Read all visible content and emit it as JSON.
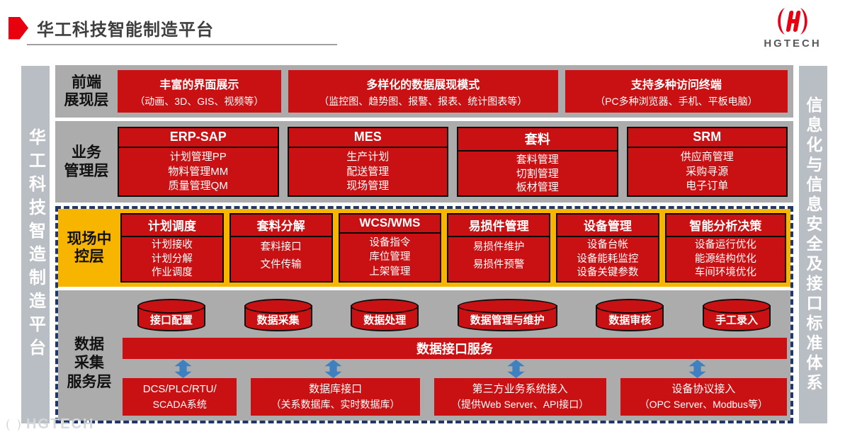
{
  "header": {
    "title": "华工科技智能制造平台",
    "logo_text": "HGTECH"
  },
  "side_bars": {
    "left": "华工科技智造制造平台",
    "right": "信息化与信息安全及接口标准体系"
  },
  "layers": {
    "frontend": {
      "label": "前端\n展现层",
      "boxes": [
        {
          "title": "丰富的界面展示",
          "subtitle": "（动画、3D、GIS、视频等）"
        },
        {
          "title": "多样化的数据展现模式",
          "subtitle": "（监控图、趋势图、报警、报表、统计图表等）"
        },
        {
          "title": "支持多种访问终端",
          "subtitle": "（PC多种浏览器、手机、平板电脑）"
        }
      ]
    },
    "business": {
      "label": "业务\n管理层",
      "boxes": [
        {
          "title": "ERP-SAP",
          "items": [
            "计划管理PP",
            "物料管理MM",
            "质量管理QM"
          ]
        },
        {
          "title": "MES",
          "items": [
            "生产计划",
            "配送管理",
            "现场管理"
          ]
        },
        {
          "title": "套料",
          "items": [
            "套料管理",
            "切割管理",
            "板材管理"
          ]
        },
        {
          "title": "SRM",
          "items": [
            "供应商管理",
            "采购寻源",
            "电子订单"
          ]
        }
      ]
    },
    "field_control": {
      "label": "现场中\n控层",
      "boxes": [
        {
          "title": "计划调度",
          "items": [
            "计划接收",
            "计划分解",
            "作业调度"
          ]
        },
        {
          "title": "套料分解",
          "items": [
            "套料接口",
            "文件传输"
          ]
        },
        {
          "title": "WCS/WMS",
          "items": [
            "设备指令",
            "库位管理",
            "上架管理"
          ]
        },
        {
          "title": "易损件管理",
          "items": [
            "易损件维护",
            "易损件预警"
          ]
        },
        {
          "title": "设备管理",
          "items": [
            "设备台帐",
            "设备能耗监控",
            "设备关键参数"
          ]
        },
        {
          "title": "智能分析决策",
          "items": [
            "设备运行优化",
            "能源结构优化",
            "车间环境优化"
          ]
        }
      ]
    },
    "data_service": {
      "label": "数据\n采集\n服务层",
      "cylinders": [
        "接口配置",
        "数据采集",
        "数据处理",
        "数据管理与维护",
        "数据审核",
        "手工录入"
      ],
      "service_bar": "数据接口服务",
      "access_boxes": [
        {
          "line1": "DCS/PLC/RTU/",
          "line2": "SCADA系统"
        },
        {
          "line1": "数据库接口",
          "line2": "（关系数据库、实时数据库）"
        },
        {
          "line1": "第三方业务系统接入",
          "line2": "（提供Web Server、API接口）"
        },
        {
          "line1": "设备协议接入",
          "line2": "（OPC Server、Modbus等）"
        }
      ]
    }
  },
  "watermark": "HGTECH",
  "colors": {
    "box_red": "#C91114",
    "logo_red": "#E60012",
    "band_gray": "#ACACAC",
    "sidebar_gray": "#B9BEC4",
    "yellow": "#F7B500",
    "navy_dash": "#1F3869",
    "arrow_blue": "#3E80C0",
    "title_text": "#3F3F3F"
  }
}
